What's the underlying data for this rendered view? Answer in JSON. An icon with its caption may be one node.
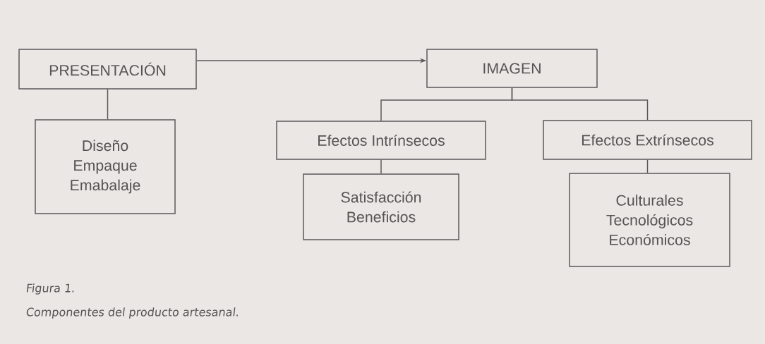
{
  "diagram": {
    "caption": "Componentes del producto artesanal.",
    "nodes": [
      {
        "text": [
          "PRESENTACIÓN"
        ]
      },
      {
        "text": [
          "IMAGEN"
        ]
      },
      {
        "text": [
          "Diseño",
          "Empaque",
          "Emabalaje"
        ]
      },
      {
        "text": [
          "Efectos Intrínsecos"
        ]
      },
      {
        "text": [
          "Satisfacción",
          "Beneficios"
        ]
      },
      {
        "text": [
          "Efectos Extrínsecos"
        ]
      },
      {
        "text": [
          "Culturales",
          "Tecnológicos",
          "Económicos"
        ]
      }
    ],
    "edges": [
      {
        "from": 0,
        "to": 1,
        "arrow": "to"
      },
      {
        "from": 0,
        "to": 2,
        "arrow": "none"
      },
      {
        "from": 1,
        "to": 3,
        "arrow": "none"
      },
      {
        "from": 1,
        "to": 5,
        "arrow": "none"
      },
      {
        "from": 3,
        "to": 4,
        "arrow": "none"
      },
      {
        "from": 5,
        "to": 6,
        "arrow": "none"
      }
    ],
    "labels": [
      "Figura 1."
    ]
  }
}
